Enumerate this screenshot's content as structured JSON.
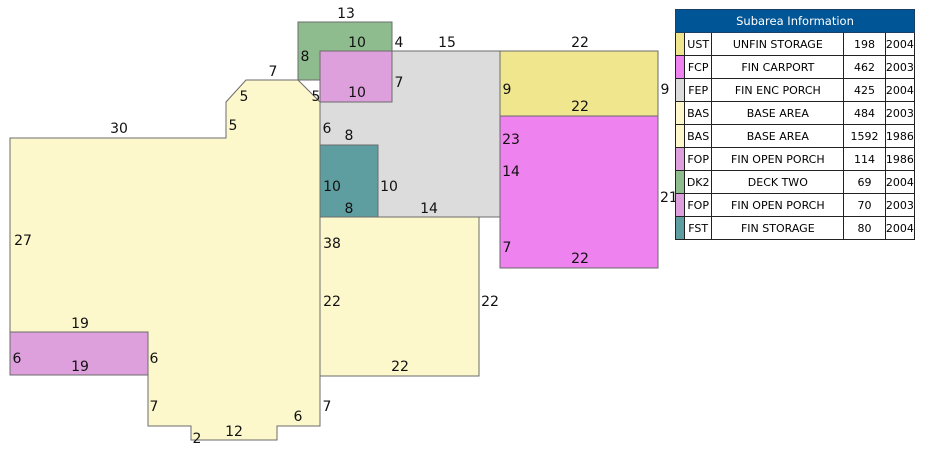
{
  "legend": {
    "title": "Subarea Information",
    "header_color": "#005596",
    "rows": [
      {
        "color": "#efe68e",
        "code": "UST",
        "description": "UNFIN STORAGE",
        "area": "198",
        "year": "2004"
      },
      {
        "color": "#ee82ee",
        "code": "FCP",
        "description": "FIN CARPORT",
        "area": "462",
        "year": "2003"
      },
      {
        "color": "#dcdcdc",
        "code": "FEP",
        "description": "FIN ENC PORCH",
        "area": "425",
        "year": "2004"
      },
      {
        "color": "#fdf8cc",
        "code": "BAS",
        "description": "BASE AREA",
        "area": "484",
        "year": "2003"
      },
      {
        "color": "#fdf8cc",
        "code": "BAS",
        "description": "BASE AREA",
        "area": "1592",
        "year": "1986"
      },
      {
        "color": "#dda0dd",
        "code": "FOP",
        "description": "FIN OPEN PORCH",
        "area": "114",
        "year": "1986"
      },
      {
        "color": "#8fbc8f",
        "code": "DK2",
        "description": "DECK TWO",
        "area": "69",
        "year": "2004"
      },
      {
        "color": "#dda0dd",
        "code": "FOP",
        "description": "FIN OPEN PORCH",
        "area": "70",
        "year": "2003"
      },
      {
        "color": "#5f9ea0",
        "code": "FST",
        "description": "FIN STORAGE",
        "area": "80",
        "year": "2004"
      }
    ]
  },
  "sketch": {
    "areas": {
      "base_main": "#fdf8cc",
      "base_addition": "#fdf8cc",
      "unfin_storage": "#efe68e",
      "carport": "#ee82ee",
      "enc_porch": "#dcdcdc",
      "deck": "#8fbc8f",
      "open_porch_top": "#dda0dd",
      "open_porch_left": "#dda0dd",
      "storage": "#5f9ea0"
    },
    "dimensions": {
      "d13": "13",
      "d10_deck": "10",
      "d4": "4",
      "d15": "15",
      "d22_top": "22",
      "d8_deck": "8",
      "d7_fop": "7",
      "d10_fop": "10",
      "d5_step": "5",
      "d9_left": "9",
      "d9_right": "9",
      "d22_ust": "22",
      "d7_top": "7",
      "d5_diag": "5",
      "d5_left": "5",
      "d6": "6",
      "d8_fst": "8",
      "d30": "30",
      "d23": "23",
      "d14_fcp": "14",
      "d21": "21",
      "d10_fst_l": "10",
      "d10_fst_r": "10",
      "d8_fst_b": "8",
      "d14_bot": "14",
      "d27": "27",
      "d38": "38",
      "d7_fcp": "7",
      "d22_fcp": "22",
      "d22_inner": "22",
      "d22_right": "22",
      "d19_top": "19",
      "d6_fop_l": "6",
      "d19_bot": "19",
      "d6_fop_r": "6",
      "d22_bot": "22",
      "d7_bl": "7",
      "d7_br": "7",
      "d6_b": "6",
      "d12": "12",
      "d2": "2"
    }
  }
}
